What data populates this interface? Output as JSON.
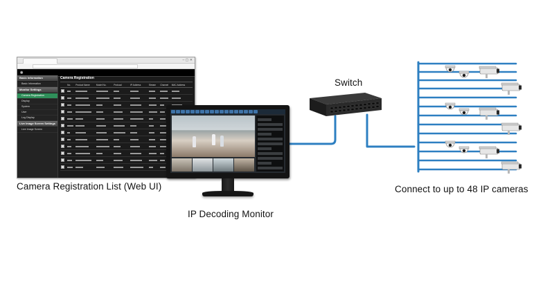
{
  "labels": {
    "web_ui": "Camera Registration List (Web UI)",
    "monitor": "IP Decoding Monitor",
    "switch": "Switch",
    "cameras": "Connect to up to 48 IP cameras"
  },
  "colors": {
    "cable": "#2d7fc1",
    "cable_dark": "#1f5f95",
    "ui_accent": "#2f8f5a"
  },
  "web_ui": {
    "page_title": "Camera Registration",
    "sidebar": [
      {
        "label": "Basic Information",
        "group": true
      },
      {
        "label": "Basic Information",
        "group": false
      },
      {
        "label": "Monitor Settings",
        "group": true
      },
      {
        "label": "Camera Registration",
        "group": false,
        "active": true
      },
      {
        "label": "Display",
        "group": false
      },
      {
        "label": "System",
        "group": false
      },
      {
        "label": "User",
        "group": false
      },
      {
        "label": "Log Display",
        "group": false
      },
      {
        "label": "Live Image Screen Settings",
        "group": true
      },
      {
        "label": "Live Image Screen",
        "group": false
      }
    ],
    "columns": [
      "",
      "No.",
      "Product Name",
      "Model No.",
      "Protocol",
      "IP Address",
      "Stream",
      "Channel",
      "MAC Address"
    ],
    "rows_count": 12
  },
  "icons": [
    "dome-camera-icon",
    "bullet-camera-icon",
    "network-switch-icon",
    "monitor-icon",
    "browser-window-icon"
  ]
}
